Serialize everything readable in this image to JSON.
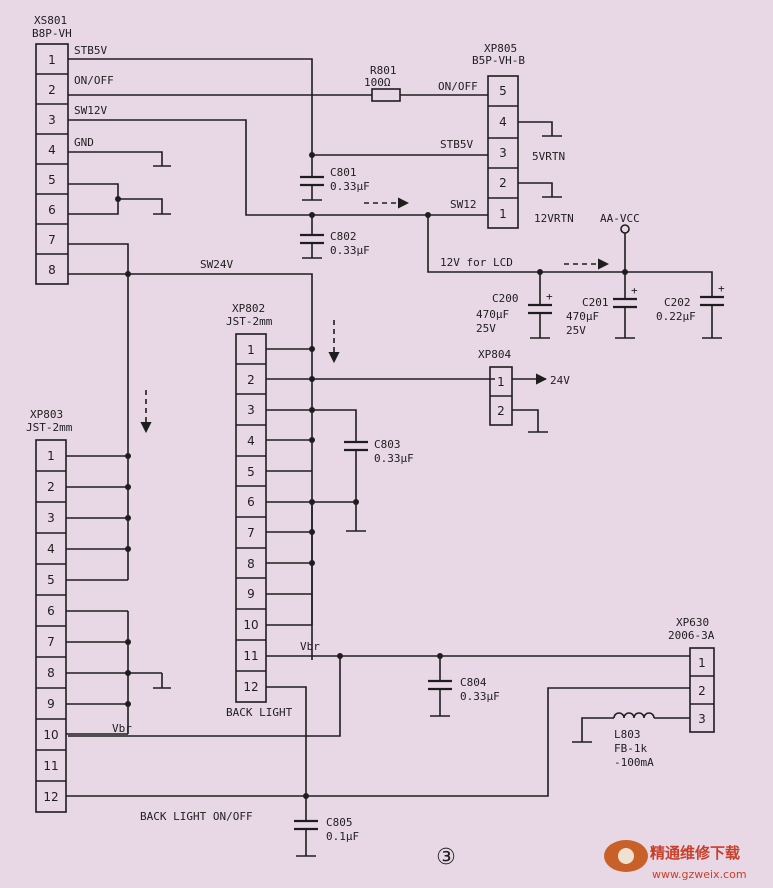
{
  "connectors": {
    "xs801": {
      "ref": "XS801",
      "type": "B8P-VH",
      "pins": [
        "1",
        "2",
        "3",
        "4",
        "5",
        "6",
        "7",
        "8"
      ]
    },
    "xp805": {
      "ref": "XP805",
      "type": "B5P-VH-B",
      "pins": [
        "5",
        "4",
        "3",
        "2",
        "1"
      ]
    },
    "xp802": {
      "ref": "XP802",
      "type": "JST-2mm",
      "pins": [
        "1",
        "2",
        "3",
        "4",
        "5",
        "6",
        "7",
        "8",
        "9",
        "10",
        "11",
        "12"
      ]
    },
    "xp803": {
      "ref": "XP803",
      "type": "JST-2mm",
      "pins": [
        "1",
        "2",
        "3",
        "4",
        "5",
        "6",
        "7",
        "8",
        "9",
        "10",
        "11",
        "12"
      ]
    },
    "xp804": {
      "ref": "XP804",
      "pins": [
        "1",
        "2"
      ]
    },
    "xp630": {
      "ref": "XP630",
      "type": "2006-3A",
      "pins": [
        "1",
        "2",
        "3"
      ]
    }
  },
  "components": {
    "r801": {
      "ref": "R801",
      "value": "100Ω"
    },
    "c801": {
      "ref": "C801",
      "value": "0.33μF"
    },
    "c802": {
      "ref": "C802",
      "value": "0.33μF"
    },
    "c803": {
      "ref": "C803",
      "value": "0.33μF"
    },
    "c804": {
      "ref": "C804",
      "value": "0.33μF"
    },
    "c805": {
      "ref": "C805",
      "value": "0.1μF"
    },
    "c200": {
      "ref": "C200",
      "value": "470μF",
      "voltage": "25V"
    },
    "c201": {
      "ref": "C201",
      "value": "470μF",
      "voltage": "25V"
    },
    "c202": {
      "ref": "C202",
      "value": "0.22μF"
    },
    "l803": {
      "ref": "L803",
      "type": "FB-1k",
      "rating": "-100mA"
    }
  },
  "nets": {
    "stb5v": "STB5V",
    "onoff": "ON/OFF",
    "sw12v": "SW12V",
    "gnd": "GND",
    "sw24v": "SW24V",
    "stb5v_right": "STB5V",
    "onoff_right": "ON/OFF",
    "sw12": "SW12",
    "vrtn5": "5VRTN",
    "vrtn12": "12VRTN",
    "aavcc": "AA-VCC",
    "v12lcd": "12V for LCD",
    "v24": "24V",
    "vbr_top": "Vbr",
    "vbr_bottom": "Vbr",
    "backlight": "BACK LIGHT",
    "backlight_onoff": "BACK LIGHT ON/OFF"
  },
  "figure_label": "③",
  "watermark": {
    "name": "精通维修下载",
    "url": "www.gzweix.com"
  }
}
